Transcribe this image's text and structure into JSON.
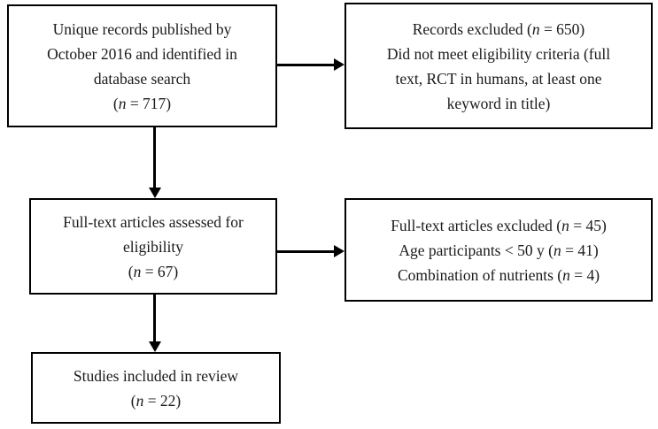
{
  "theme": {
    "bg": "#ffffff",
    "line": "#000000",
    "text": "#1a1a1a"
  },
  "diagram": {
    "type": "flowchart",
    "boxes": {
      "unique_records": {
        "lines": [
          [
            {
              "t": "Unique records published by"
            }
          ],
          [
            {
              "t": "October 2016 and identified in"
            }
          ],
          [
            {
              "t": "database search"
            }
          ],
          [
            {
              "t": "("
            },
            {
              "t": "n",
              "i": true
            },
            {
              "t": " = 717)"
            }
          ]
        ]
      },
      "records_excluded": {
        "lines": [
          [
            {
              "t": "Records excluded ("
            },
            {
              "t": "n",
              "i": true
            },
            {
              "t": " = 650)"
            }
          ],
          [
            {
              "t": "Did not meet eligibility criteria (full"
            }
          ],
          [
            {
              "t": "text, RCT in humans, at least one"
            }
          ],
          [
            {
              "t": "keyword in title)"
            }
          ]
        ]
      },
      "fulltext_assessed": {
        "lines": [
          [
            {
              "t": "Full-text articles assessed for"
            }
          ],
          [
            {
              "t": "eligibility"
            }
          ],
          [
            {
              "t": "("
            },
            {
              "t": "n",
              "i": true
            },
            {
              "t": " = 67)"
            }
          ]
        ]
      },
      "fulltext_excluded": {
        "lines": [
          [
            {
              "t": "Full-text articles excluded ("
            },
            {
              "t": "n",
              "i": true
            },
            {
              "t": " = 45)"
            }
          ],
          [
            {
              "t": "Age participants < 50 y ("
            },
            {
              "t": "n",
              "i": true
            },
            {
              "t": " = 41)"
            }
          ],
          [
            {
              "t": "Combination of nutrients ("
            },
            {
              "t": "n",
              "i": true
            },
            {
              "t": " = 4)"
            }
          ]
        ]
      },
      "studies_included": {
        "lines": [
          [
            {
              "t": "Studies included in review"
            }
          ],
          [
            {
              "t": "("
            },
            {
              "t": "n",
              "i": true
            },
            {
              "t": " = 22)"
            }
          ]
        ]
      }
    }
  }
}
